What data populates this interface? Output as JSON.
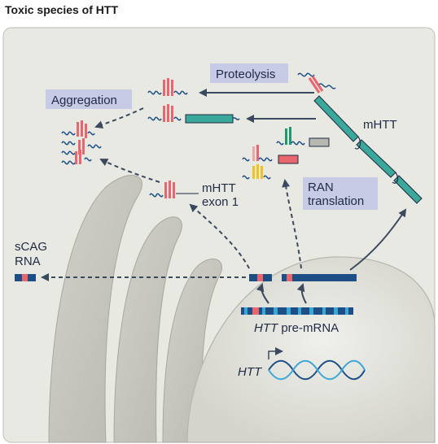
{
  "title": "Toxic species of HTT",
  "labels": {
    "proteolysis": "Proteolysis",
    "aggregation": "Aggregation",
    "mhtt": "mHTT",
    "mhtt_exon1_line1": "mHTT",
    "mhtt_exon1_line2": "exon 1",
    "ran_line1": "RAN",
    "ran_line2": "translation",
    "scag_line1": "sCAG",
    "scag_line2": "RNA",
    "premrna_gene": "HTT",
    "premrna_suffix": " pre-mRNA",
    "gene": "HTT"
  },
  "colors": {
    "navy": "#1d4f86",
    "teal": "#3aa89a",
    "red_polyq": "#e8666d",
    "label_box": "#c7cbe6",
    "cell": "#e7e7e2",
    "nucleus": "#dcdcd4",
    "golgi": "#c9c9c1",
    "arrow": "#3a4a5c"
  }
}
